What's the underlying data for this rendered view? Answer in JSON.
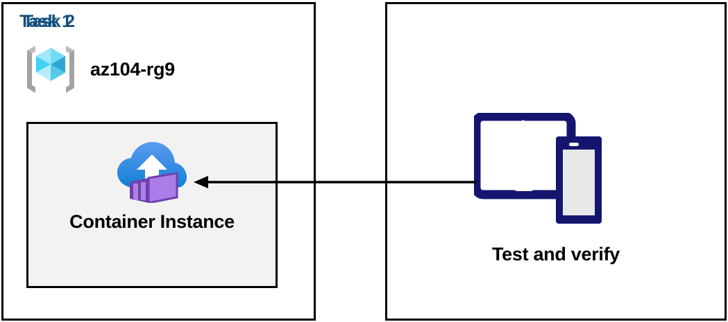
{
  "diagram": {
    "type": "azure-architecture-flow",
    "background_color": "#ffffff",
    "panel_border_color": "#000000",
    "title_color": "#16507d",
    "inner_box_fill": "#f2f2f2",
    "connector_color": "#000000",
    "device_color": "#151570"
  },
  "panels": [
    {
      "id": "task1",
      "title": "Task 1",
      "resource_group": {
        "icon": "azure-resource-group-icon",
        "label": "az104-rg9"
      },
      "resource": {
        "icon": "azure-container-instance-icon",
        "label": "Container Instance"
      }
    },
    {
      "id": "task2",
      "title": "Task 2",
      "resource": {
        "icon": "devices-tablet-phone-icon",
        "label": "Test and verify"
      }
    }
  ],
  "connector": {
    "name": "arrow-task2-to-container-instance",
    "direction": "right-to-left",
    "from": "Test and verify",
    "to": "Container Instance",
    "arrowhead": "left"
  }
}
